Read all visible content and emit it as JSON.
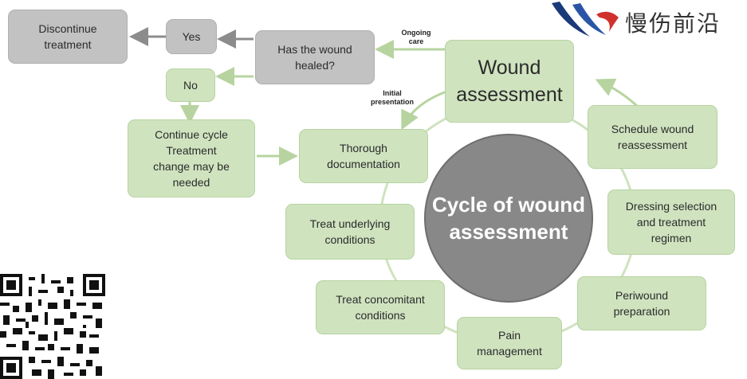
{
  "logo": {
    "text": "慢伤前沿"
  },
  "center": {
    "text": "Cycle of wound\nassessment"
  },
  "nodes": {
    "wound_assessment": "Wound\nassessment",
    "schedule": "Schedule wound\nreassessment",
    "dressing": "Dressing selection\nand treatment\nregimen",
    "periwound": "Periwound\npreparation",
    "pain": "Pain\nmanagement",
    "concomitant": "Treat concomitant\nconditions",
    "underlying": "Treat underlying\nconditions",
    "documentation": "Thorough\ndocumentation",
    "continue_cycle": "Continue cycle\nTreatment\nchange may be\nneeded",
    "no": "No",
    "healed": "Has the wound\nhealed?",
    "yes": "Yes",
    "discontinue": "Discontinue\ntreatment"
  },
  "labels": {
    "ongoing": "Ongoing\ncare",
    "initial": "Initial\npresentation"
  },
  "colors": {
    "green_box": "#cfe3bf",
    "gray_box": "#c2c2c2",
    "circle": "#888888",
    "arrow_green": "#b7d4a0",
    "arrow_gray": "#8c8c8c"
  }
}
